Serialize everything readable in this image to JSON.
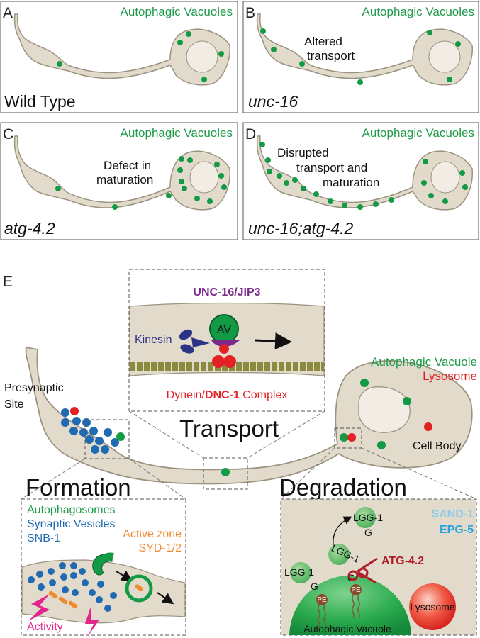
{
  "panels": [
    {
      "letter": "A",
      "title": "Autophagic Vacuoles",
      "label": "Wild Type",
      "note": []
    },
    {
      "letter": "B",
      "title": "Autophagic Vacuoles",
      "label": "unc-16",
      "note": [
        "Altered",
        "transport"
      ]
    },
    {
      "letter": "C",
      "title": "Autophagic Vacuoles",
      "label": "atg-4.2",
      "note": [
        "Defect in",
        "maturation"
      ]
    },
    {
      "letter": "D",
      "title": "Autophagic Vacuoles",
      "label": "unc-16;atg-4.2",
      "note": [
        "Disrupted",
        "transport and",
        "maturation"
      ]
    }
  ],
  "panel_e": {
    "letter": "E",
    "transport": {
      "protein": "UNC-16/JIP3",
      "motor": "Kinesin",
      "cargo": "AV",
      "complex_prefix": "Dynein/",
      "complex_bold": "DNC-1",
      "complex_suffix": " Complex"
    },
    "presynaptic": [
      "Presynaptic",
      "Site"
    ],
    "transport_title": "Transport",
    "legend_av": "Autophagic Vacuole",
    "legend_lysosome": "Lysosome",
    "cell_body": "Cell Body",
    "formation": {
      "title": "Formation",
      "autophagosomes": "Autophagosomes",
      "synaptic_vesicles": "Synaptic Vesicles",
      "snb": "SNB-1",
      "active_zone": "Active zone",
      "syd": "SYD-1/2",
      "activity": "Activity"
    },
    "degradation": {
      "title": "Degradation",
      "sand": "SAND-1",
      "epg": "EPG-5",
      "lgg_top": "LGG-1",
      "g_top": "G",
      "lgg_mid": "LGG-1",
      "g_mid": "G",
      "atg": "ATG-4.2",
      "lgg_left": "LGG-1",
      "g_left": "G",
      "pe_left": "PE",
      "pe_right": "PE",
      "lysosome": "Lysosome",
      "vacuole": "Autophagic Vacuole"
    }
  },
  "colors": {
    "cell": "#e2dbcc",
    "cell_stroke": "#9b937f",
    "av_green": "#139a45",
    "label_green": "#1f9b4a",
    "lysosome_red": "#e32024",
    "vesicle_blue": "#1f6ab3",
    "protein_purple": "#7b2a8c",
    "kinesin_navy": "#2b3487",
    "active_orange": "#f08a2e",
    "activity_magenta": "#e5238d",
    "sand_lightblue": "#8fc8e8",
    "epg_blue": "#2aa3de",
    "atg_red": "#b01e2a"
  }
}
